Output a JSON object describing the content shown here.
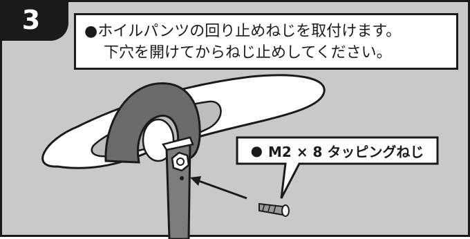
{
  "step": {
    "number": "3"
  },
  "instruction": {
    "line1": "●ホイルパンツの回り止めねじを取付けます。",
    "line2": "下穴を開けてからねじ止めしてください。"
  },
  "callout": {
    "bullet": "●",
    "label": "M2 × 8 タッピングねじ"
  },
  "colors": {
    "frame": "#1a1a1a",
    "background": "#c9c9c9",
    "panel": "#ffffff",
    "tire": "#6b6b6b",
    "strut": "#7d7d7d"
  }
}
